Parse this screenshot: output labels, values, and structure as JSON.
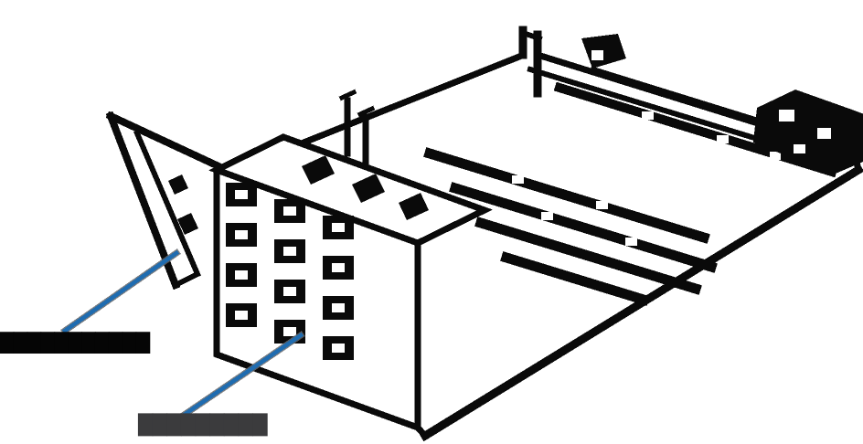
{
  "figure": {
    "type": "isometric-technical-illustration",
    "background": "#ffffff",
    "ink_color": "#0a0a0a",
    "leader_color": "#1f6cb0",
    "leader_casing_color": "#63666b",
    "labels": [
      {
        "id": "label-left",
        "text": "███████████",
        "color": "#050505"
      },
      {
        "id": "label-bottom",
        "text": "█████████",
        "color": "#3b3b3d"
      }
    ]
  }
}
